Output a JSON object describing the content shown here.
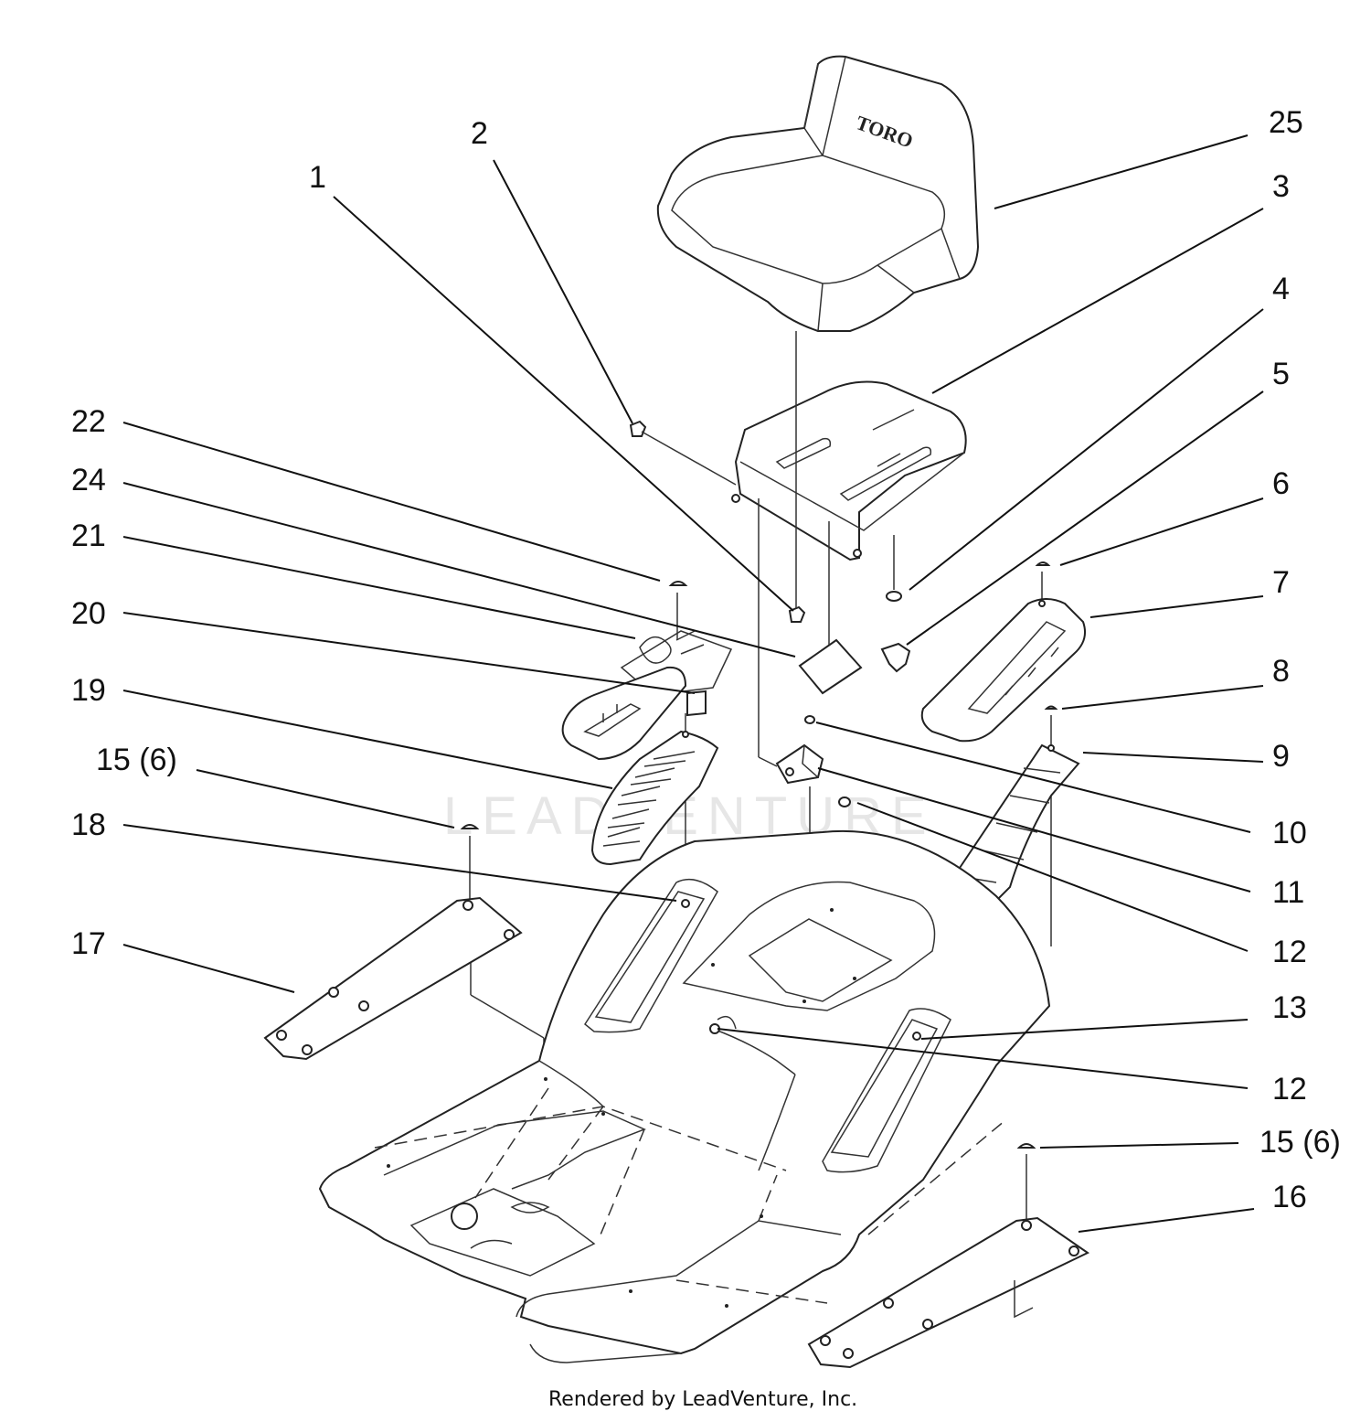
{
  "callouts": [
    {
      "id": "c1",
      "label": "1"
    },
    {
      "id": "c2",
      "label": "2"
    },
    {
      "id": "c25",
      "label": "25"
    },
    {
      "id": "c3",
      "label": "3"
    },
    {
      "id": "c4",
      "label": "4"
    },
    {
      "id": "c5",
      "label": "5"
    },
    {
      "id": "c6",
      "label": "6"
    },
    {
      "id": "c7",
      "label": "7"
    },
    {
      "id": "c8",
      "label": "8"
    },
    {
      "id": "c9",
      "label": "9"
    },
    {
      "id": "c10",
      "label": "10"
    },
    {
      "id": "c11",
      "label": "11"
    },
    {
      "id": "c12a",
      "label": "12"
    },
    {
      "id": "c13",
      "label": "13"
    },
    {
      "id": "c12b",
      "label": "12"
    },
    {
      "id": "c15b",
      "label": "15 (6)"
    },
    {
      "id": "c16",
      "label": "16"
    },
    {
      "id": "c22",
      "label": "22"
    },
    {
      "id": "c24",
      "label": "24"
    },
    {
      "id": "c21",
      "label": "21"
    },
    {
      "id": "c20",
      "label": "20"
    },
    {
      "id": "c19",
      "label": "19"
    },
    {
      "id": "c15a",
      "label": "15 (6)"
    },
    {
      "id": "c18",
      "label": "18"
    },
    {
      "id": "c17",
      "label": "17"
    }
  ],
  "seat_logo": "TORO",
  "watermark": "LEADVENTURE",
  "footer": "Rendered by LeadVenture, Inc."
}
